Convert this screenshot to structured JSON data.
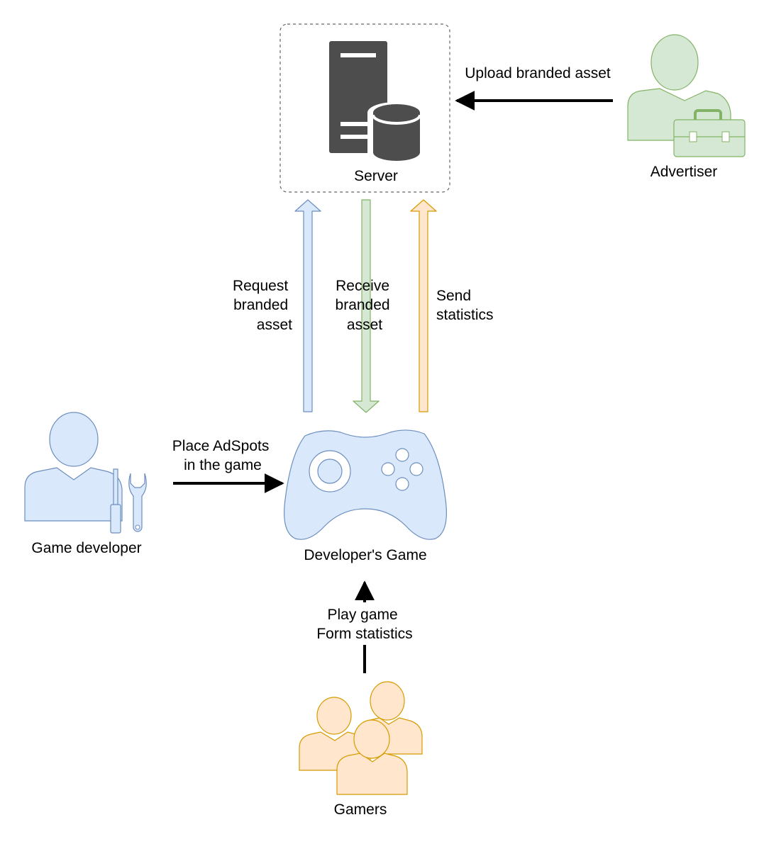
{
  "colors": {
    "blue_fill": "#dae8fc",
    "blue_stroke": "#6c8ebf",
    "green_fill": "#d5e8d4",
    "green_stroke": "#82b366",
    "orange_fill": "#ffe6cc",
    "orange_stroke": "#d79b00",
    "server_dark": "#4d4d4d",
    "arrow_black": "#000000"
  },
  "nodes": {
    "server": {
      "label": "Server",
      "icon": "server-database-icon"
    },
    "advertiser": {
      "label": "Advertiser",
      "icon": "user-toolbox-icon"
    },
    "game_developer": {
      "label": "Game developer",
      "icon": "user-tools-icon"
    },
    "developers_game": {
      "label": "Developer's Game",
      "icon": "gamepad-icon"
    },
    "gamers": {
      "label": "Gamers",
      "icon": "users-group-icon"
    }
  },
  "edges": {
    "upload": {
      "lines": [
        "Upload branded asset"
      ]
    },
    "request": {
      "lines": [
        "Request",
        "branded",
        "asset"
      ]
    },
    "receive": {
      "lines": [
        "Receive",
        "branded",
        "asset"
      ]
    },
    "send": {
      "lines": [
        "Send",
        "statistics"
      ]
    },
    "place": {
      "lines": [
        "Place AdSpots",
        "in the game"
      ]
    },
    "play": {
      "lines": [
        "Play game",
        "Form statistics"
      ]
    }
  }
}
